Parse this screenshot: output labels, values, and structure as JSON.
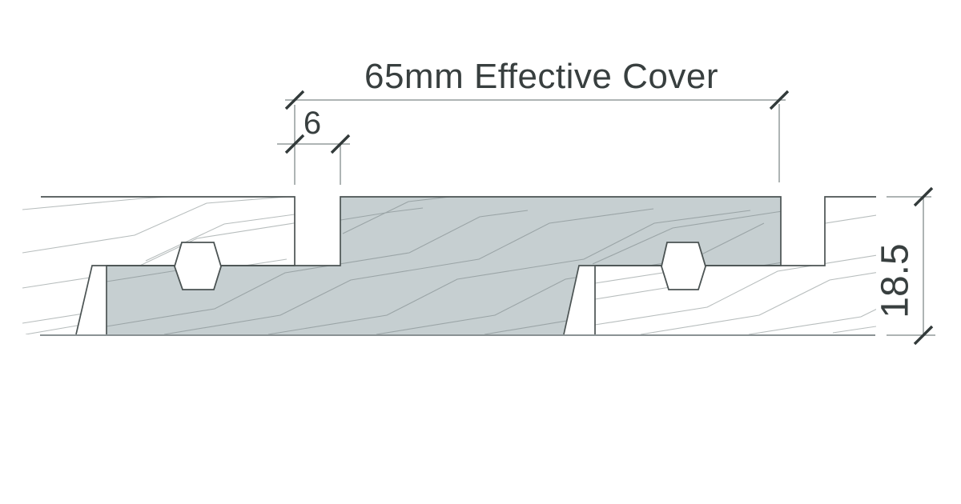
{
  "drawing": {
    "subject": "Cladding board profile section with shadow gap",
    "fastener_icon": "hex-fixing-icon"
  },
  "dimensions": {
    "effective_cover": {
      "label": "65mm Effective Cover",
      "value": 65
    },
    "shadow_gap": {
      "label": "6",
      "value": 6
    },
    "thickness": {
      "label": "18.5",
      "value": 18.5
    }
  },
  "colors": {
    "background": "#ffffff",
    "board_fill": "#c6cfd1",
    "outline": "#4b5353",
    "baseline": "#8a9294",
    "grain_light": "#b7bdbd",
    "grain_dark": "#9aa4a6",
    "dimension_line": "#939b9b",
    "tick": "#323a3a",
    "text": "#383f3f"
  }
}
